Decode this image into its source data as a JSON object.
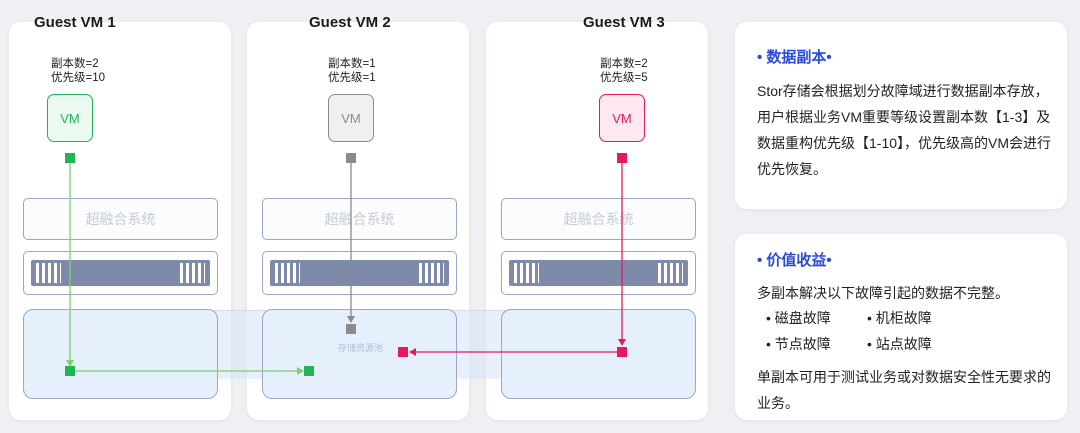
{
  "vms": [
    {
      "title": "Guest VM 1",
      "replicas": "副本数=2",
      "priority": "优先级=10",
      "vm_label": "VM",
      "color": "#21b356",
      "fill": "#eafaf0"
    },
    {
      "title": "Guest VM 2",
      "replicas": "副本数=1",
      "priority": "优先级=1",
      "vm_label": "VM",
      "color": "#8c8c8c",
      "fill": "#f0f0f0"
    },
    {
      "title": "Guest VM 3",
      "replicas": "副本数=2",
      "priority": "优先级=5",
      "vm_label": "VM",
      "color": "#e6195d",
      "fill": "#fde9ef"
    }
  ],
  "system_label": "超融合系统",
  "pool_label": "存储资源池",
  "info": {
    "replica": {
      "title": "• 数据副本•",
      "text": "Stor存储会根据划分故障域进行数据副本存放，用户根据业务VM重要等级设置副本数【1-3】及数据重构优先级【1-10】，优先级高的VM会进行优先恢复。"
    },
    "value": {
      "title": "• 价值收益•",
      "intro": "多副本解决以下故障引起的数据不完整。",
      "bullets": [
        "•  磁盘故障",
        "•  机柜故障",
        "•  节点故障",
        "•  站点故障"
      ],
      "footer": "单副本可用于测试业务或对数据安全性无要求的业务。"
    }
  },
  "colors": {
    "accent": "#2a4ad8",
    "green": "#21b356",
    "gray": "#8c8c8c",
    "pink": "#e6195d"
  }
}
